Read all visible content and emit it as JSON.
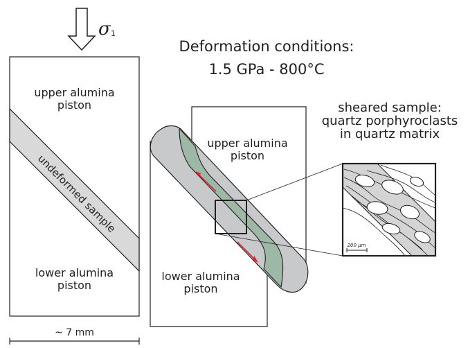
{
  "stress": {
    "symbol": "σ",
    "subscript": "1"
  },
  "conditions": {
    "title": "Deformation conditions:",
    "values": "1.5 GPa - 800°C"
  },
  "left_panel": {
    "upper_piston": [
      "upper alumina",
      "piston"
    ],
    "sample": "undeformed sample",
    "lower_piston": [
      "lower alumina",
      "piston"
    ],
    "scale": "~ 7 mm"
  },
  "right_panel": {
    "upper_piston": [
      "upper alumina",
      "piston"
    ],
    "lower_piston": [
      "lower alumina",
      "piston"
    ]
  },
  "inset": {
    "caption": [
      "sheared sample:",
      "quartz porphyroclasts",
      "in quartz matrix"
    ],
    "scale": "200 µm"
  },
  "colors": {
    "outline": "#231f20",
    "sample_gray": "#d9d9da",
    "sheared_gray": "#c8c9ca",
    "shear_zone_green": "#9eb8a8",
    "shear_arrow_red": "#e2202b"
  }
}
